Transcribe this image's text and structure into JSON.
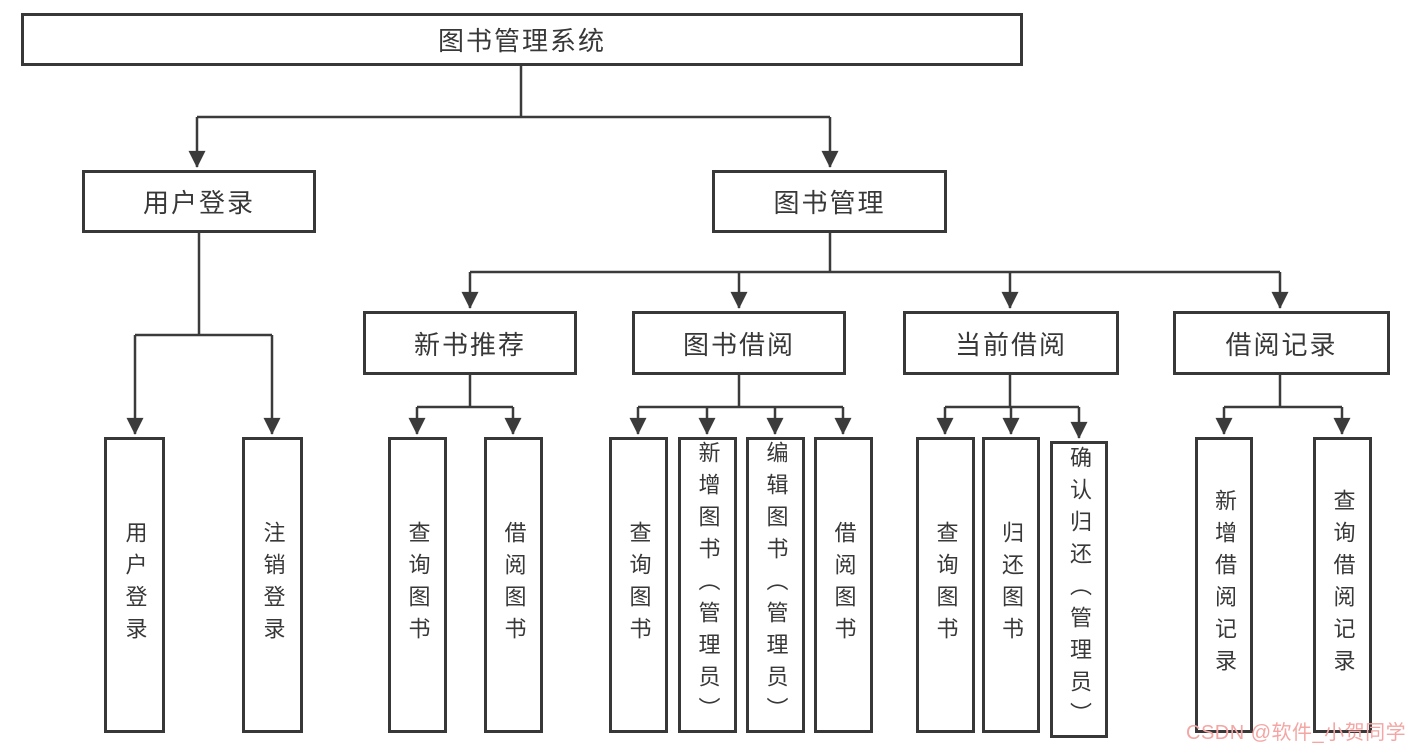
{
  "root": {
    "label": "图书管理系统"
  },
  "level2": [
    {
      "label": "用户登录"
    },
    {
      "label": "图书管理"
    }
  ],
  "level3": [
    {
      "label": "新书推荐"
    },
    {
      "label": "图书借阅"
    },
    {
      "label": "当前借阅"
    },
    {
      "label": "借阅记录"
    }
  ],
  "leaves": {
    "user_login": [
      "用户登录",
      "注销登录"
    ],
    "new_book_recommend": [
      "查询图书",
      "借阅图书"
    ],
    "book_borrow": [
      "查询图书",
      "新增图书（管理员）",
      "编辑图书（管理员）",
      "借阅图书"
    ],
    "current_borrow": [
      "查询图书",
      "归还图书",
      "确认归还（管理员）"
    ],
    "borrow_records": [
      "新增借阅记录",
      "查询借阅记录"
    ]
  },
  "watermark": {
    "label": "CSDN @软件_小贺同学",
    "color": "#f3a6a4"
  },
  "colors": {
    "ink": "#383838",
    "line": "#3b3b3b",
    "background": "#ffffff"
  }
}
